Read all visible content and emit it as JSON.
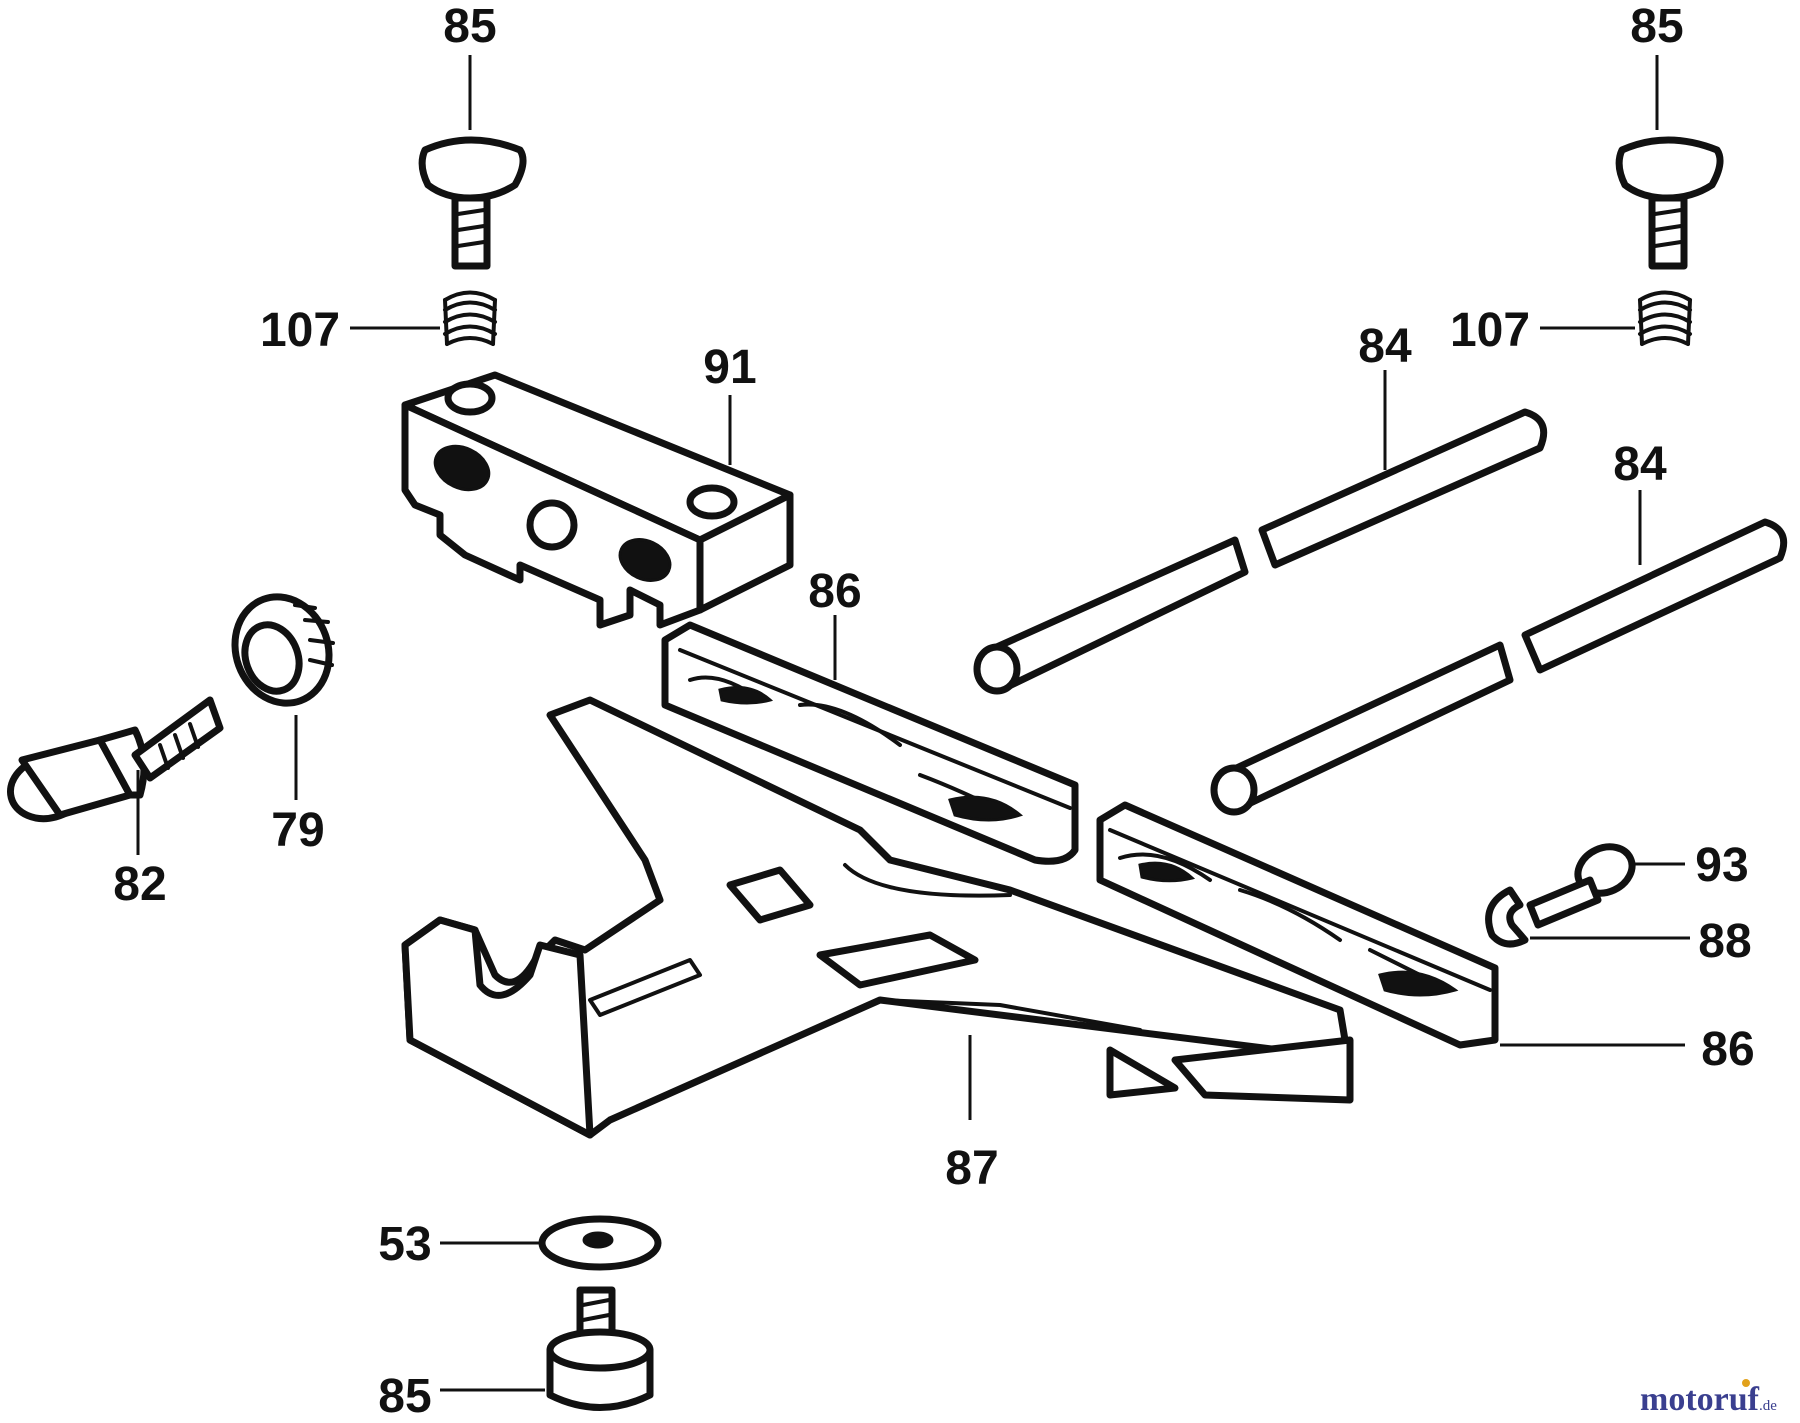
{
  "labels": {
    "l85_top_left": "85",
    "l85_top_right": "85",
    "l107_left": "107",
    "l107_right": "107",
    "l91": "91",
    "l84_upper": "84",
    "l84_lower": "84",
    "l86_upper": "86",
    "l86_lower": "86",
    "l79": "79",
    "l82": "82",
    "l93": "93",
    "l88": "88",
    "l87": "87",
    "l53": "53",
    "l85_bottom": "85"
  },
  "watermark": {
    "brand": "motoruf",
    "suffix": ".de",
    "color_main": "#3a3f8f",
    "color_accent": "#e2a11b"
  },
  "icons": {
    "thumb_screw": "thumb-screw-icon",
    "spring": "spring-icon",
    "rod": "rod-icon",
    "jaw": "jaw-icon",
    "block": "clamp-block-icon",
    "base": "guide-base-icon",
    "washer": "washer-icon",
    "knob": "knob-icon"
  }
}
